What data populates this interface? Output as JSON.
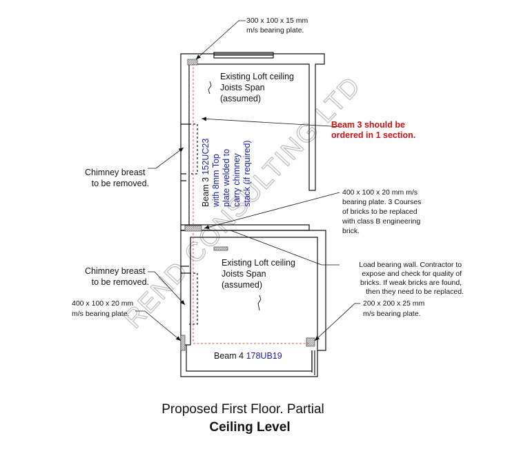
{
  "watermark": "REND CONSULTING LTD",
  "annotations": {
    "plate_top": [
      "300 x 100 x 15 mm",
      "m/s bearing plate."
    ],
    "loft_upper": [
      "Existing Loft ceiling",
      "Joists Span",
      "(assumed)"
    ],
    "beam3_note": [
      "Beam 3 should be",
      "ordered in 1 section."
    ],
    "chimney_upper": [
      "Chimney breast",
      "to be removed."
    ],
    "beam3_label": [
      "Beam 3 ",
      "152UC23",
      "with 8mm Top",
      "plate welded to",
      "carry chimney",
      "stack (if required)"
    ],
    "plate_mid": [
      "400 x 100 x 20 mm m/s",
      "bearing plate. 3 Courses",
      "of bricks to be replaced",
      "with class B engineering",
      "brick."
    ],
    "loft_lower": [
      "Existing Loft ceiling",
      "Joists Span",
      "(assumed)"
    ],
    "load_wall": [
      "Load bearing wall. Contractor to",
      "expose and check for quality of",
      "bricks. If weak bricks are found,",
      "then they need to be replaced."
    ],
    "chimney_lower": [
      "Chimney breast",
      "to be removed."
    ],
    "plate_left": [
      "400 x 100 x 20 mm",
      "m/s bearing plate."
    ],
    "plate_right": [
      "200 x 200 x 25 mm",
      "m/s bearing plate."
    ],
    "beam4_label": [
      "Beam 4 ",
      "178UB19"
    ]
  },
  "title": "Proposed First Floor. Partial",
  "subtitle": "Ceiling Level",
  "colors": {
    "ink": "#111111",
    "beam_dash": "#e05050",
    "note_red": "#d01010",
    "spec_blue": "#1a1aa0",
    "hatch": "#9a9a9a",
    "watermark": "#b8b8b8"
  }
}
